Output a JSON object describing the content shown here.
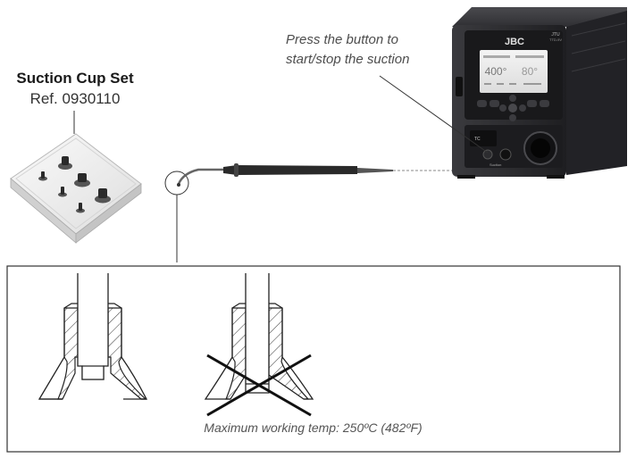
{
  "cup_set": {
    "title": "Suction Cup Set",
    "ref": "Ref. 0930110"
  },
  "instruction": {
    "line1": "Press the button to",
    "line2": "start/stop the suction"
  },
  "station": {
    "brand": "JBC",
    "model": "JTU",
    "model_sub": "TTD-9V",
    "screen": {
      "value_left": "400°",
      "value_right": "80°"
    },
    "panel_label": "TC",
    "suction_label": "Suction"
  },
  "detail": {
    "caption": "Maximum working temp: 250ºC (482ºF)"
  },
  "colors": {
    "station_body": "#2b2b2e",
    "station_dark": "#1a1a1c",
    "line": "#333333",
    "hatch": "#444444"
  }
}
